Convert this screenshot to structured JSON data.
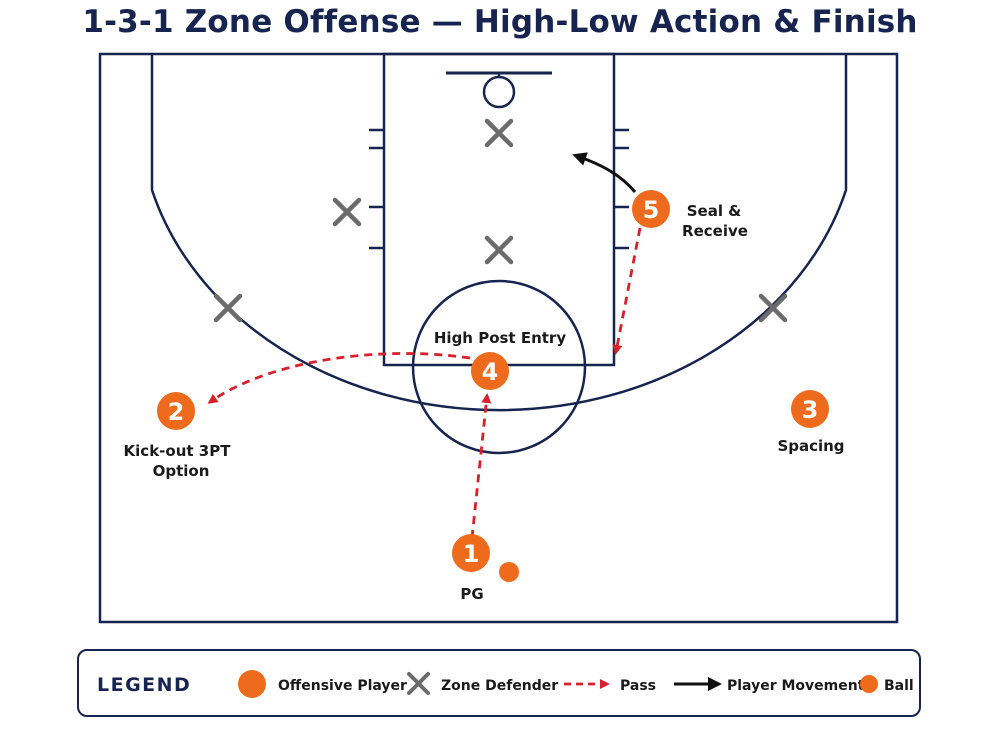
{
  "title": "1-3-1 Zone Offense — High-Low Action & Finish",
  "players": [
    {
      "number": "1",
      "label": "PG"
    },
    {
      "number": "2",
      "label_lines": [
        "Kick-out 3PT",
        "Option"
      ]
    },
    {
      "number": "3",
      "label": "Spacing"
    },
    {
      "number": "4",
      "label": "High Post Entry"
    },
    {
      "number": "5",
      "label_lines": [
        "Seal &",
        "Receive"
      ]
    }
  ],
  "legend": {
    "title": "LEGEND",
    "offensive_player": "Offensive Player",
    "zone_defender": "Zone Defender",
    "pass": "Pass",
    "player_movement": "Player Movement",
    "ball": "Ball"
  },
  "colors": {
    "navy": "#16244f",
    "orange": "#ee6a1c",
    "pass_red": "#d8202a",
    "defender_gray": "#6b6b6b",
    "movement_black": "#111111"
  }
}
